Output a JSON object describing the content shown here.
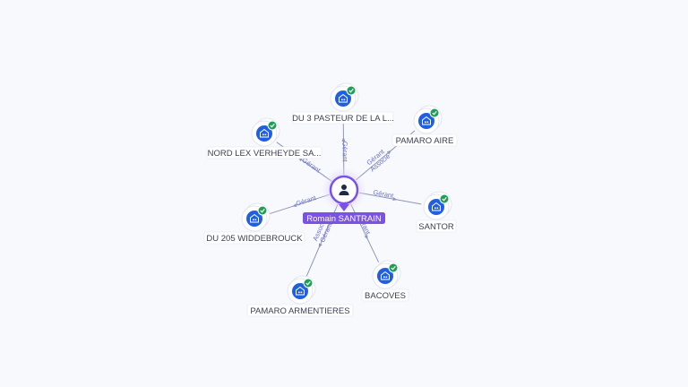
{
  "center": {
    "name": "Romain SANTRAIN",
    "icon": "person-icon",
    "color": "#7b52e6"
  },
  "colors": {
    "company_icon": "#1f5fe0",
    "verified_badge": "#1e9e56",
    "edge_label": "#6b72c9"
  },
  "companies": [
    {
      "name": "DU 3 PASTEUR DE LA L...",
      "roles": [
        "Gérant"
      ],
      "verified": true
    },
    {
      "name": "PAMARO AIRE",
      "roles": [
        "Gérant",
        "Associé"
      ],
      "verified": true
    },
    {
      "name": "SANTOR",
      "roles": [
        "Gérant"
      ],
      "verified": true
    },
    {
      "name": "BACOVES",
      "roles": [
        "Gérant"
      ],
      "verified": true
    },
    {
      "name": "PAMARO ARMENTIERES",
      "roles": [
        "Gérant",
        "Associé"
      ],
      "verified": true
    },
    {
      "name": "DU 205 WIDDEBROUCK",
      "roles": [
        "Gérant"
      ],
      "verified": true
    },
    {
      "name": "NORD LEX VERHEYDE SA...",
      "roles": [
        "Gérant"
      ],
      "verified": true
    }
  ]
}
